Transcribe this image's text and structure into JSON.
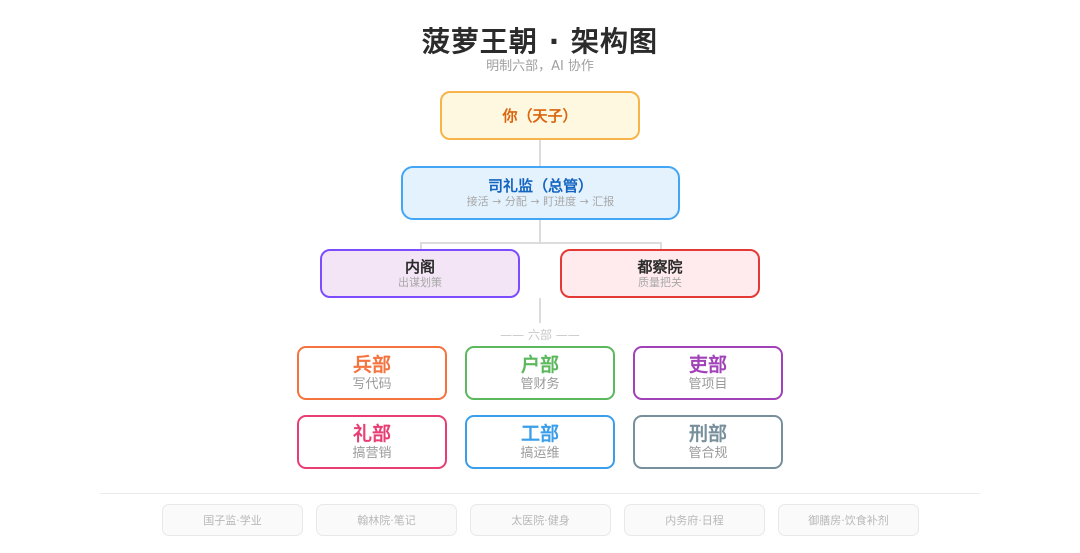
{
  "header": {
    "title": "菠萝王朝 · 架构图",
    "subtitle": "明制六部，AI 协作"
  },
  "emperor": {
    "name": "你（天子）",
    "border_color": "#f7b44a",
    "fill": "#fff8e1",
    "text_color": "#d9660f"
  },
  "silijian": {
    "name": "司礼监（总管）",
    "desc": "接活 → 分配 → 盯进度 → 汇报",
    "border_color": "#42a5f5",
    "fill": "#e3f2fd",
    "text_color": "#1565c0"
  },
  "advisors": [
    {
      "name": "内阁",
      "desc": "出谋划策",
      "border_color": "#7c4dff",
      "fill": "#f3e5f5"
    },
    {
      "name": "都察院",
      "desc": "质量把关",
      "border_color": "#e53935",
      "fill": "#ffebee"
    }
  ],
  "six_ministries": {
    "label": "—— 六部 ——",
    "items": [
      {
        "name": "兵部",
        "desc": "写代码",
        "color": "#f4733e"
      },
      {
        "name": "户部",
        "desc": "管财务",
        "color": "#5cb85c"
      },
      {
        "name": "吏部",
        "desc": "管项目",
        "color": "#a142b8"
      },
      {
        "name": "礼部",
        "desc": "搞营销",
        "color": "#e83e74"
      },
      {
        "name": "工部",
        "desc": "搞运维",
        "color": "#3b9eea"
      },
      {
        "name": "刑部",
        "desc": "管合规",
        "color": "#78909c"
      }
    ]
  },
  "footer": {
    "chips": [
      "国子监·学业",
      "翰林院·笔记",
      "太医院·健身",
      "内务府·日程",
      "御膳房·饮食补剂"
    ]
  }
}
